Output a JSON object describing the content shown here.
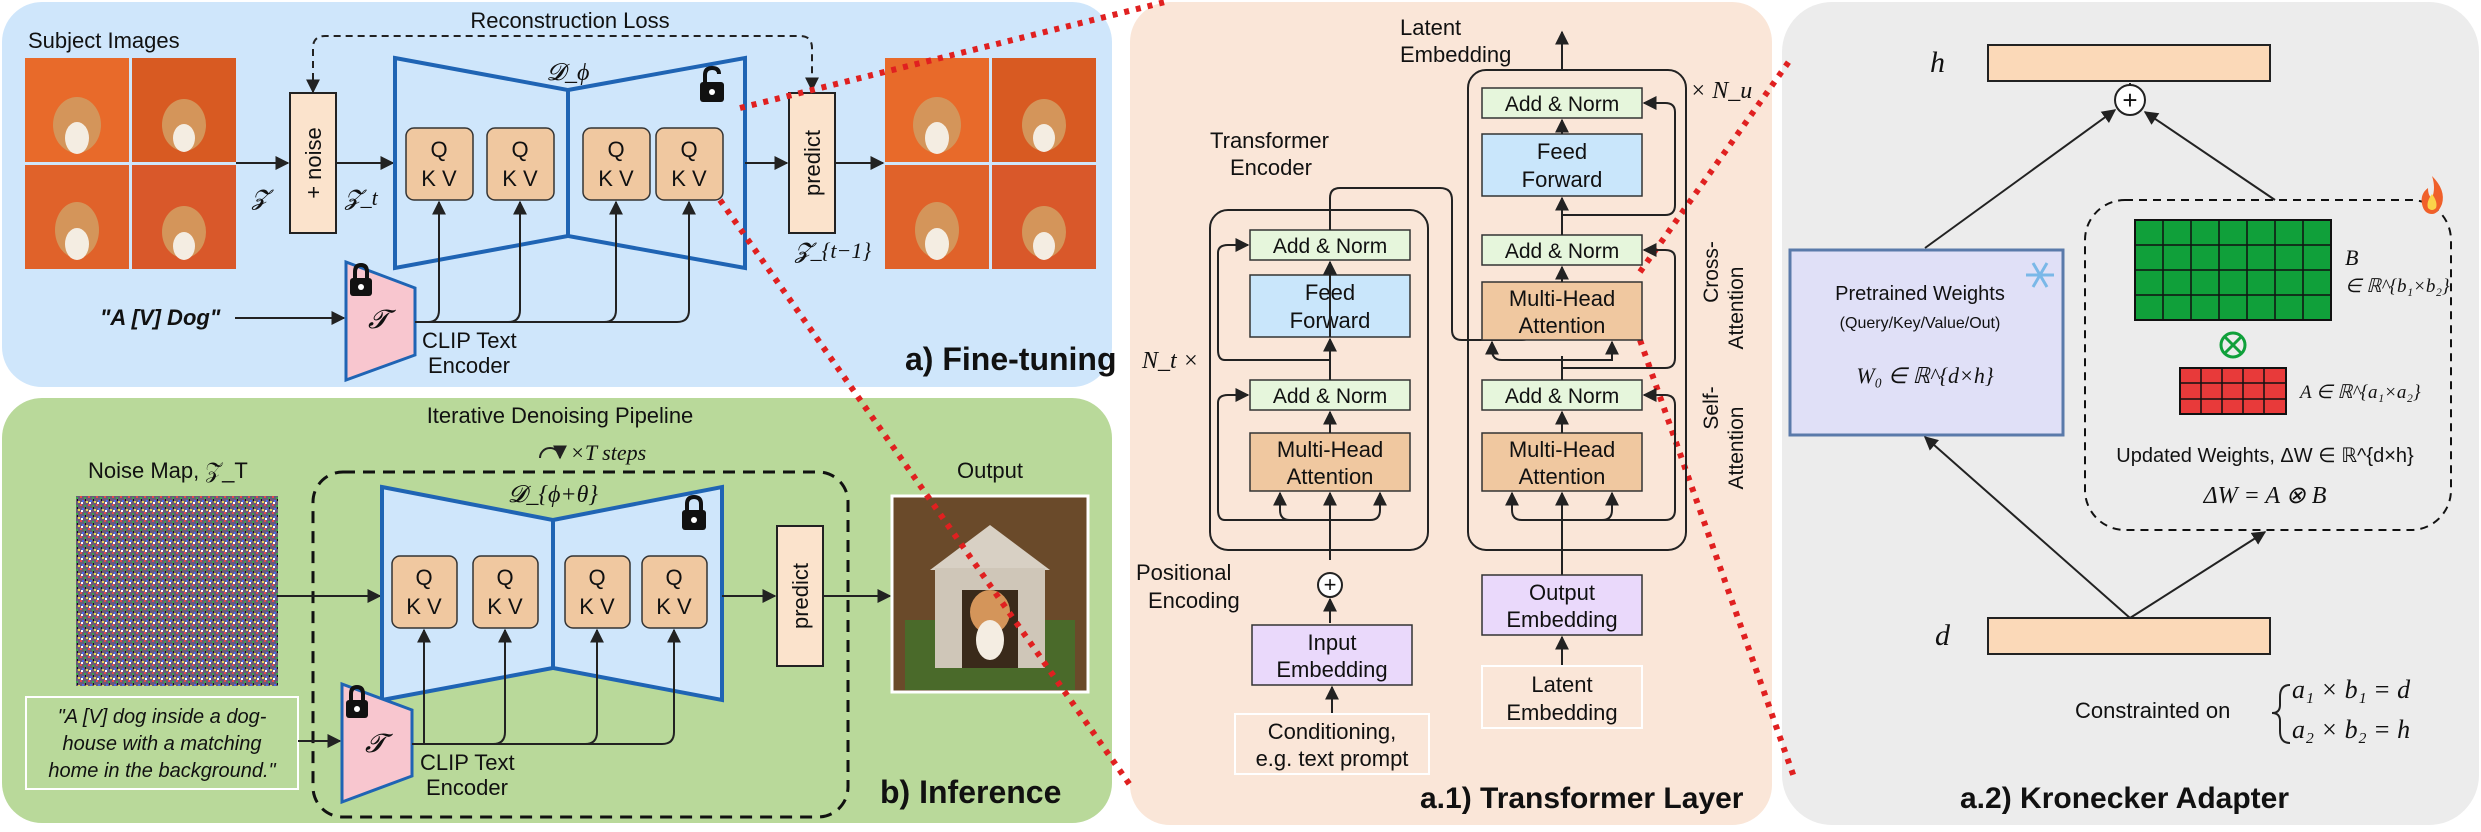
{
  "colors": {
    "finetune_bg": "#cfe6fb",
    "inference_bg": "#b9d99a",
    "transformer_bg": "#fae6d8",
    "kronecker_bg": "#ececec",
    "unet_blue": "#1f64b4",
    "qkv_fill": "#f0c8a0",
    "noise_fill": "#fbe3cc",
    "encoder_fill": "#f8c6cf",
    "attn_fill": "#f0c8a0",
    "ffn_fill": "#c9e6fb",
    "addnorm_fill": "#e6f6dc",
    "embed_fill": "#ead9fb",
    "pretrained_fill": "#e0e0f7",
    "matrix_b": "#10a03a",
    "matrix_a": "#e83a3a",
    "bar_fill": "#fbd9b8",
    "red_dotted": "#e02020"
  },
  "finetune": {
    "panel_label": "a) Fine-tuning",
    "subject_images": "Subject Images",
    "recon_loss": "Reconstruction Loss",
    "z_label": "𝓩",
    "noise_box": "+ noise",
    "zt_label": "𝓩_t",
    "unet_label": "𝓓_ϕ",
    "qkv": [
      "Q",
      "K V"
    ],
    "predict": "predict",
    "zt1_label": "𝓩_{t−1}",
    "prompt": "\"A [V] Dog\"",
    "text_enc_symbol": "𝓣",
    "clip_line1": "CLIP Text",
    "clip_line2": "Encoder",
    "lock_icon": "unlock-icon"
  },
  "inference": {
    "panel_label": "b) Inference",
    "pipeline_title": "Iterative Denoising Pipeline",
    "steps": "×T steps",
    "noise_map": "Noise Map, 𝒵̃_T",
    "unet_label": "𝓓_{ϕ+θ}",
    "predict": "predict",
    "output": "Output",
    "prompt_line1": "\"A [V] dog inside a dog-",
    "prompt_line2": "house with a matching",
    "prompt_line3": "home in the background.\"",
    "text_enc_symbol": "𝓣",
    "clip_line1": "CLIP Text",
    "clip_line2": "Encoder",
    "lock_icon": "lock-icon"
  },
  "transformer": {
    "panel_label": "a.1) Transformer Layer",
    "latent_top_line1": "Latent",
    "latent_top_line2": "Embedding",
    "enc_line1": "Transformer",
    "enc_line2": "Encoder",
    "nt": "N_t ×",
    "nu": "× N_u",
    "add_norm": "Add & Norm",
    "ffn_line1": "Feed",
    "ffn_line2": "Forward",
    "mha_line1": "Multi-Head",
    "mha_line2": "Attention",
    "pos_line1": "Positional",
    "pos_line2": "Encoding",
    "input_line1": "Input",
    "input_line2": "Embedding",
    "cond_line1": "Conditioning,",
    "cond_line2": "e.g. text prompt",
    "output_line1": "Output",
    "output_line2": "Embedding",
    "latent_bot_line1": "Latent",
    "latent_bot_line2": "Embedding",
    "cross_line1": "Cross-",
    "cross_line2": "Attention",
    "self_line1": "Self-",
    "self_line2": "Attention"
  },
  "kronecker": {
    "panel_label": "a.2) Kronecker Adapter",
    "h": "h",
    "d": "d",
    "pretrained_line1": "Pretrained Weights",
    "pretrained_line2": "(Query/Key/Value/Out)",
    "w0": "W₀ ∈ ℝ^{d×h}",
    "b_label": "B",
    "b_space": "∈ ℝ^{b₁×b₂}",
    "a_label": "A ∈ ℝ^{a₁×a₂}",
    "updated": "Updated Weights, ΔW ∈ ℝ^{d×h}",
    "delta_eq": "ΔW = A ⊗ B",
    "constrained": "Constrainted on",
    "eq1": "a₁ × b₁ = d",
    "eq2": "a₂ × b₂ = h",
    "fire_icon": "fire-icon",
    "snowflake_icon": "snowflake-icon"
  }
}
